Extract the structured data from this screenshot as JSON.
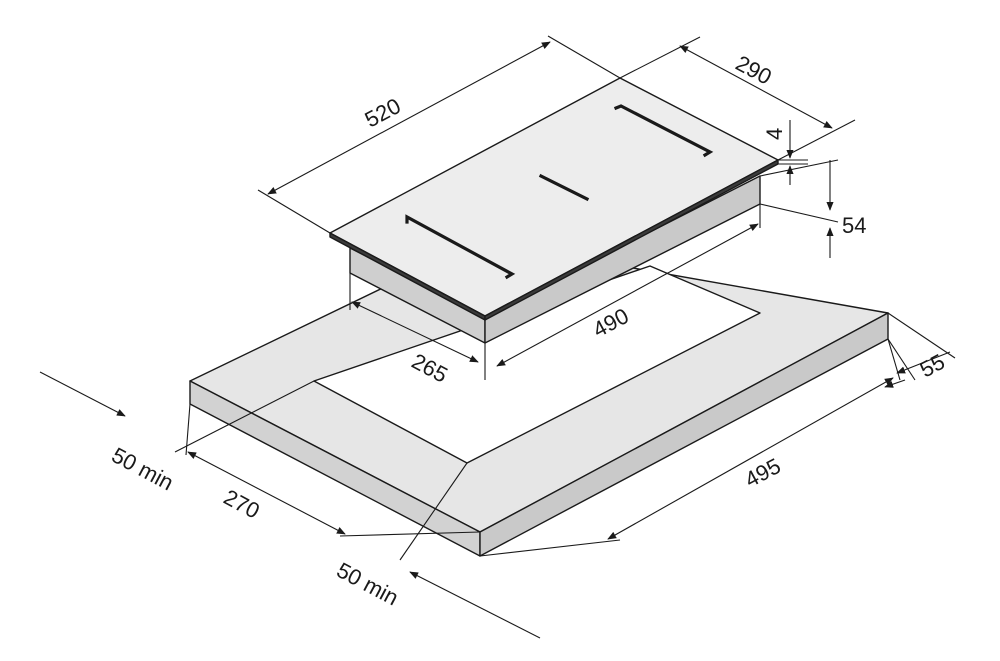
{
  "diagram": {
    "colors": {
      "stroke": "#1a1a1a",
      "counter_top": "#e6e6e6",
      "counter_front": "#d2d2d2",
      "counter_side": "#c9c9c9",
      "hob_glass": "#ededed",
      "hob_body": "#cfcfcf",
      "background": "#ffffff"
    },
    "dimensions": {
      "hob_length": "520",
      "hob_width": "290",
      "glass_thickness": "4",
      "hob_depth": "54",
      "cutout_length": "490",
      "cutout_width": "265",
      "counter_thickness": "55",
      "counter_length": "495",
      "counter_width": "270",
      "min_clearance_left": "50 min",
      "min_clearance_front": "50 min"
    }
  }
}
